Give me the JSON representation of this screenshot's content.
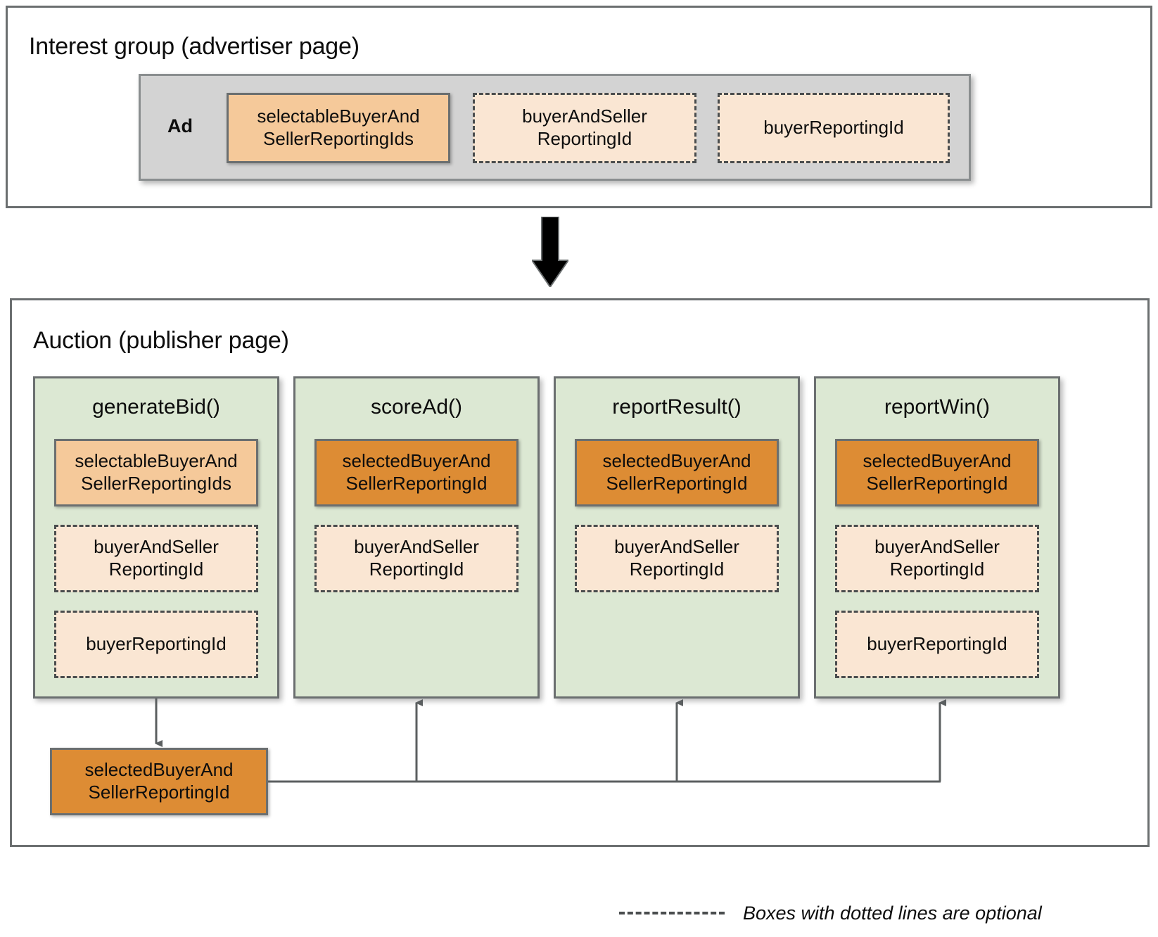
{
  "interest_group": {
    "title": "Interest group (advertiser page)",
    "ad_label": "Ad",
    "tokens": [
      {
        "label": "selectableBuyerAnd\nSellerReportingIds",
        "style": "solid-light"
      },
      {
        "label": "buyerAndSeller\nReportingId",
        "style": "dashed"
      },
      {
        "label": "buyerReportingId",
        "style": "dashed"
      }
    ]
  },
  "flow_arrow": {
    "name": "down-arrow",
    "color": "#000000"
  },
  "auction": {
    "title": "Auction (publisher page)",
    "columns": [
      {
        "name": "generateBid",
        "title": "generateBid()",
        "tokens": [
          {
            "label": "selectableBuyerAnd\nSellerReportingIds",
            "style": "solid-light"
          },
          {
            "label": "buyerAndSeller\nReportingId",
            "style": "dashed"
          },
          {
            "label": "buyerReportingId",
            "style": "dashed"
          }
        ]
      },
      {
        "name": "scoreAd",
        "title": "scoreAd()",
        "tokens": [
          {
            "label": "selectedBuyerAnd\nSellerReportingId",
            "style": "solid-dark"
          },
          {
            "label": "buyerAndSeller\nReportingId",
            "style": "dashed"
          }
        ]
      },
      {
        "name": "reportResult",
        "title": "reportResult()",
        "tokens": [
          {
            "label": "selectedBuyerAnd\nSellerReportingId",
            "style": "solid-dark"
          },
          {
            "label": "buyerAndSeller\nReportingId",
            "style": "dashed"
          }
        ]
      },
      {
        "name": "reportWin",
        "title": "reportWin()",
        "tokens": [
          {
            "label": "selectedBuyerAnd\nSellerReportingId",
            "style": "solid-dark"
          },
          {
            "label": "buyerAndSeller\nReportingId",
            "style": "dashed"
          },
          {
            "label": "buyerReportingId",
            "style": "dashed"
          }
        ]
      }
    ],
    "result_box": {
      "label": "selectedBuyerAnd\nSellerReportingId",
      "style": "solid-dark"
    }
  },
  "legend": {
    "text": "Boxes with dotted lines are optional",
    "swatch": "dashed-line"
  },
  "colors": {
    "solid_light_orange": "#F5C99A",
    "solid_dark_orange": "#DD8C34",
    "dashed_fill": "#FAE6D3",
    "column_green": "#DCE8D3",
    "ad_grey": "#D3D3D3",
    "border_grey": "#6B6F70",
    "dashed_border": "#4A4D4E",
    "text": "#0D0D0D"
  }
}
